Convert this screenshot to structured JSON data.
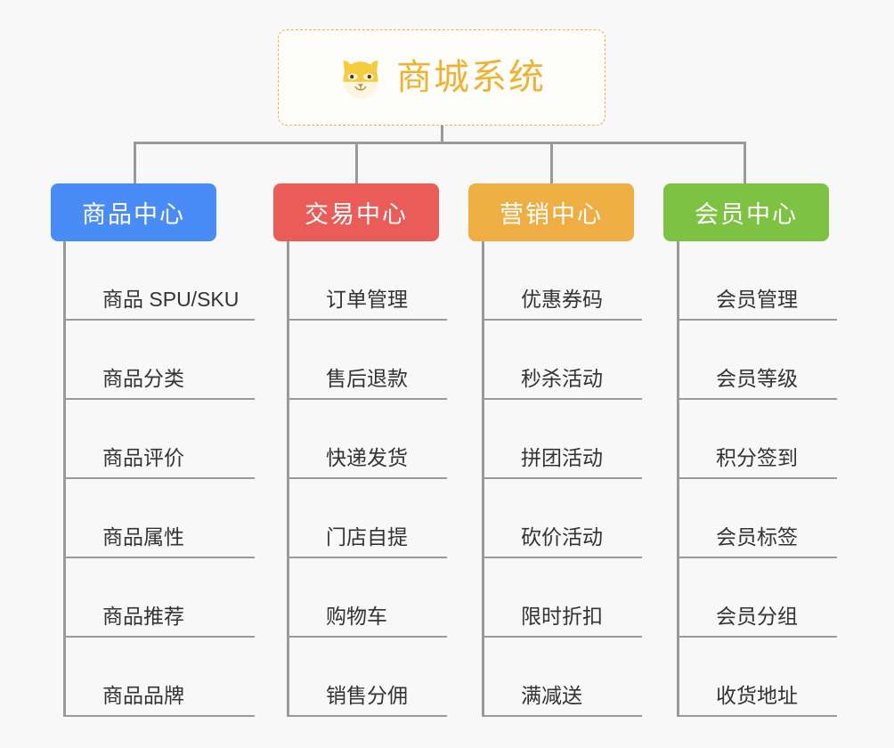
{
  "root": {
    "icon": "shiba-dog-face-emoji",
    "title": "商城系统",
    "border_color": "#e9b24a",
    "text_color": "#efb233",
    "background": "#fdfdfb"
  },
  "canvas": {
    "background": "#f8f8f8",
    "line_color": "#9a9a9a"
  },
  "columns": [
    {
      "category": "商品中心",
      "color": "#4a8cf5",
      "items": [
        "商品 SPU/SKU",
        "商品分类",
        "商品评价",
        "商品属性",
        "商品推荐",
        "商品品牌"
      ]
    },
    {
      "category": "交易中心",
      "color": "#e95c58",
      "items": [
        "订单管理",
        "售后退款",
        "快递发货",
        "门店自提",
        "购物车",
        "销售分佣"
      ]
    },
    {
      "category": "营销中心",
      "color": "#eeae44",
      "items": [
        "优惠券码",
        "秒杀活动",
        "拼团活动",
        "砍价活动",
        "限时折扣",
        "满减送"
      ]
    },
    {
      "category": "会员中心",
      "color": "#7dc242",
      "items": [
        "会员管理",
        "会员等级",
        "积分签到",
        "会员标签",
        "会员分组",
        "收货地址"
      ]
    }
  ]
}
